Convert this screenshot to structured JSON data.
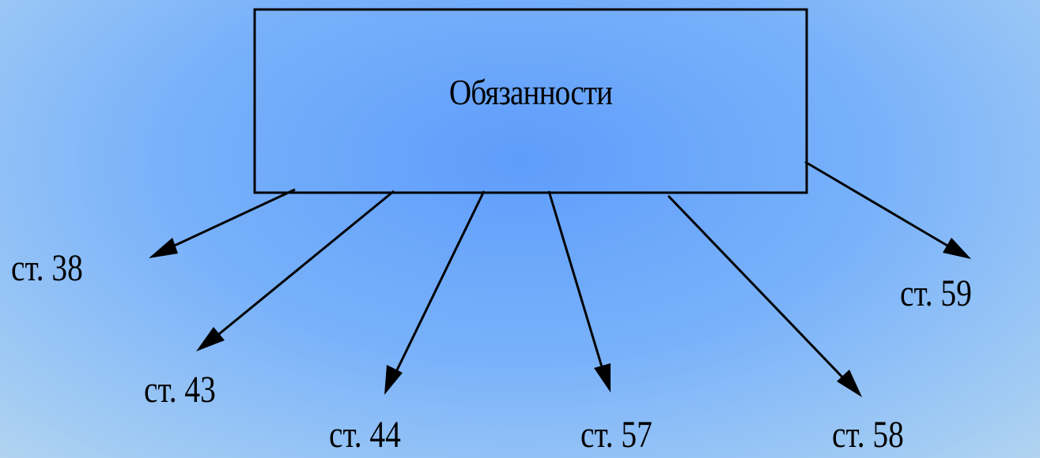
{
  "diagram": {
    "central_node": "Обязанности",
    "articles": [
      {
        "id": "38",
        "label": "ст. 38"
      },
      {
        "id": "43",
        "label": "ст. 43"
      },
      {
        "id": "44",
        "label": "ст. 44"
      },
      {
        "id": "57",
        "label": "ст. 57"
      },
      {
        "id": "58",
        "label": "ст. 58"
      },
      {
        "id": "59",
        "label": "ст. 59"
      }
    ],
    "colors": {
      "background_center": "#5f9dfb",
      "background_edge": "#b6d6ef",
      "stroke": "#000000"
    }
  }
}
